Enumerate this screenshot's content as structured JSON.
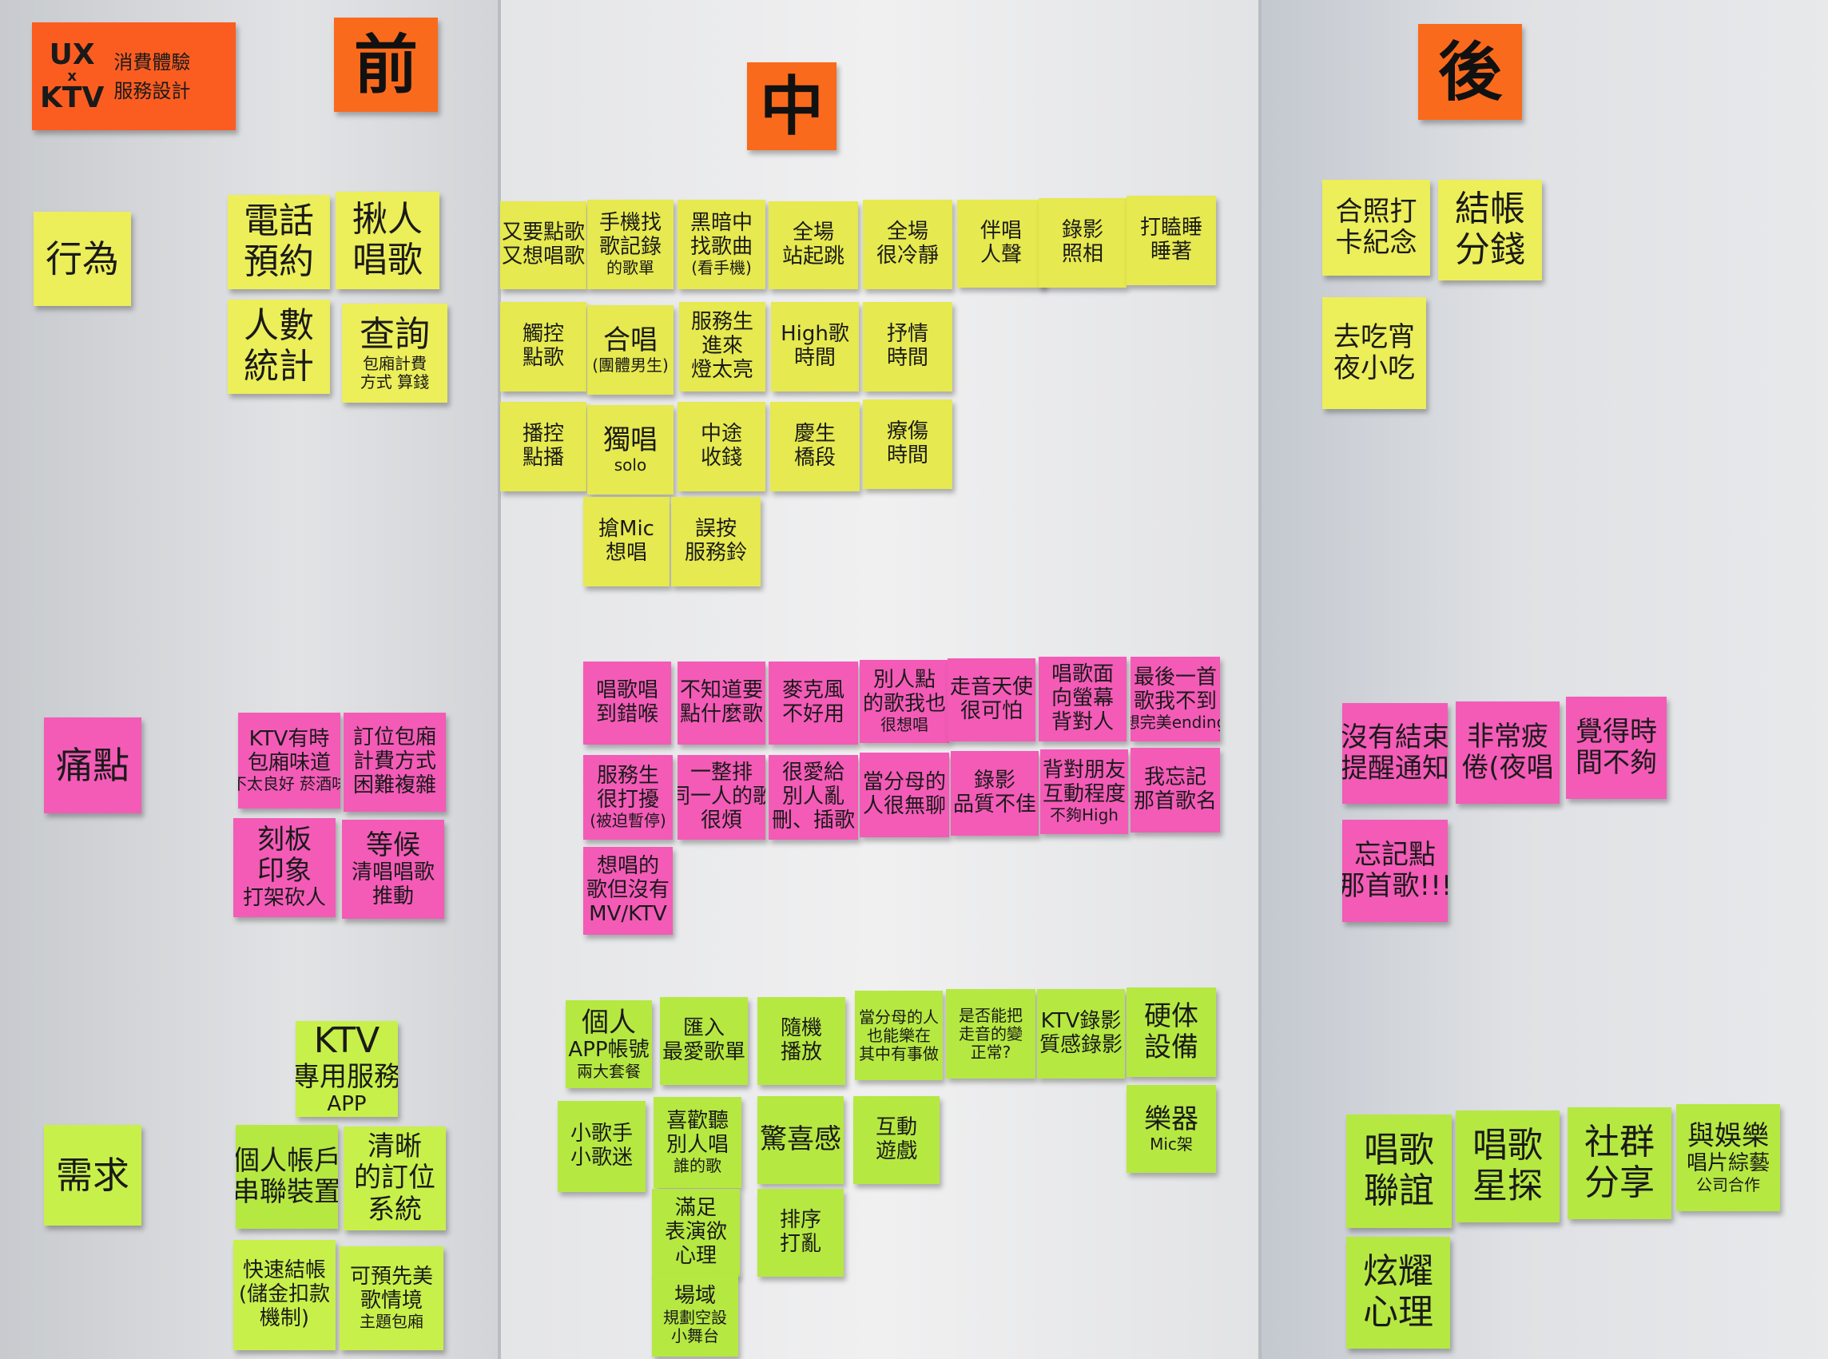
{
  "columns": {
    "before": "前",
    "during": "中",
    "after": "後"
  },
  "title_card": {
    "line1": "UX",
    "line2": "x",
    "line3": "KTV",
    "sub1": "消費體驗",
    "sub2": "服務設計"
  },
  "rows": {
    "behavior": "行為",
    "pain": "痛點",
    "needs": "需求"
  },
  "before": {
    "behavior": [
      {
        "l1": "電話",
        "l2": "預約"
      },
      {
        "l1": "揪人",
        "l2": "唱歌"
      },
      {
        "l1": "人數",
        "l2": "統計"
      },
      {
        "l1": "查詢",
        "l2": "包廂計費",
        "l3": "方式 算錢"
      }
    ],
    "pain": [
      {
        "l1": "KTV有時",
        "l2": "包廂味道",
        "l3": "不太良好 菸酒味"
      },
      {
        "l1": "訂位包廂",
        "l2": "計費方式",
        "l3": "困難複雜"
      },
      {
        "l1": "刻板",
        "l2": "印象",
        "l3": "打架砍人"
      },
      {
        "l1": "等候",
        "l2": "清唱唱歌",
        "l3": "推動"
      }
    ],
    "needs": [
      {
        "l1": "KTV",
        "l2": "專用服務",
        "l3": "APP"
      },
      {
        "l1": "個人帳戶",
        "l2": "串聯裝置"
      },
      {
        "l1": "清晰",
        "l2": "的訂位",
        "l3": "系統"
      },
      {
        "l1": "快速結帳",
        "l2": "(儲金扣款",
        "l3": "機制)"
      },
      {
        "l1": "可預先美",
        "l2": "歌情境",
        "l3": "主題包廂"
      }
    ]
  },
  "during": {
    "behavior": [
      {
        "l1": "又要點歌",
        "l2": "又想唱歌"
      },
      {
        "l1": "手機找",
        "l2": "歌記錄",
        "l3": "的歌單"
      },
      {
        "l1": "黑暗中",
        "l2": "找歌曲",
        "l3": "(看手機)"
      },
      {
        "l1": "全場",
        "l2": "站起跳"
      },
      {
        "l1": "全場",
        "l2": "很冷靜"
      },
      {
        "l1": "伴唱",
        "l2": "人聲"
      },
      {
        "l1": "錄影",
        "l2": "照相"
      },
      {
        "l1": "打瞌睡",
        "l2": "睡著"
      },
      {
        "l1": "觸控",
        "l2": "點歌"
      },
      {
        "l1": "合唱",
        "l2": "(團體男生)"
      },
      {
        "l1": "服務生",
        "l2": "進來",
        "l3": "燈太亮"
      },
      {
        "l1": "High歌",
        "l2": "時間"
      },
      {
        "l1": "抒情",
        "l2": "時間"
      },
      {
        "l1": "播控",
        "l2": "點播"
      },
      {
        "l1": "獨唱",
        "l2": "solo"
      },
      {
        "l1": "中途",
        "l2": "收錢"
      },
      {
        "l1": "慶生",
        "l2": "橋段"
      },
      {
        "l1": "療傷",
        "l2": "時間"
      },
      {
        "l1": "搶Mic",
        "l2": "想唱"
      },
      {
        "l1": "誤按",
        "l2": "服務鈴"
      }
    ],
    "pain": [
      {
        "l1": "唱歌唱",
        "l2": "到錯喉"
      },
      {
        "l1": "不知道要",
        "l2": "點什麼歌"
      },
      {
        "l1": "麥克風",
        "l2": "不好用"
      },
      {
        "l1": "別人點",
        "l2": "的歌我也",
        "l3": "很想唱"
      },
      {
        "l1": "走音天使",
        "l2": "很可怕"
      },
      {
        "l1": "唱歌面",
        "l2": "向螢幕",
        "l3": "背對人"
      },
      {
        "l1": "最後一首",
        "l2": "歌我不到",
        "l3": "想完美ending"
      },
      {
        "l1": "服務生",
        "l2": "很打擾",
        "l3": "(被迫暫停)"
      },
      {
        "l1": "一整排",
        "l2": "同一人的歌",
        "l3": "很煩"
      },
      {
        "l1": "很愛給",
        "l2": "別人亂",
        "l3": "刪、插歌"
      },
      {
        "l1": "當分母的",
        "l2": "人很無聊"
      },
      {
        "l1": "錄影",
        "l2": "品質不佳"
      },
      {
        "l1": "背對朋友",
        "l2": "互動程度",
        "l3": "不夠High"
      },
      {
        "l1": "我忘記",
        "l2": "那首歌名"
      },
      {
        "l1": "想唱的",
        "l2": "歌但沒有",
        "l3": "MV/KTV"
      }
    ],
    "needs": [
      {
        "l1": "個人",
        "l2": "APP帳號",
        "l3": "兩大套餐"
      },
      {
        "l1": "匯入",
        "l2": "最愛歌單"
      },
      {
        "l1": "隨機",
        "l2": "播放"
      },
      {
        "l1": "當分母的人",
        "l2": "也能樂在",
        "l3": "其中有事做"
      },
      {
        "l1": "是否能把",
        "l2": "走音的變",
        "l3": "正常?"
      },
      {
        "l1": "KTV錄影",
        "l2": "質感錄影"
      },
      {
        "l1": "硬体",
        "l2": "設備"
      },
      {
        "l1": "小歌手",
        "l2": "小歌迷"
      },
      {
        "l1": "喜歡聽",
        "l2": "別人唱",
        "l3": "誰的歌"
      },
      {
        "l1": "驚喜感"
      },
      {
        "l1": "互動",
        "l2": "遊戲"
      },
      {
        "l1": "樂器",
        "l2": "Mic架"
      },
      {
        "l1": "滿足",
        "l2": "表演欲",
        "l3": "心理"
      },
      {
        "l1": "排序",
        "l2": "打亂"
      },
      {
        "l1": "場域",
        "l2": "規劃空設",
        "l3": "小舞台"
      }
    ]
  },
  "after": {
    "behavior": [
      {
        "l1": "合照打",
        "l2": "卡紀念"
      },
      {
        "l1": "結帳",
        "l2": "分錢"
      },
      {
        "l1": "去吃宵",
        "l2": "夜小吃"
      }
    ],
    "pain": [
      {
        "l1": "沒有結束",
        "l2": "提醒通知"
      },
      {
        "l1": "非常疲",
        "l2": "倦(夜唱"
      },
      {
        "l1": "覺得時",
        "l2": "間不夠"
      },
      {
        "l1": "忘記點",
        "l2": "那首歌!!!"
      }
    ],
    "needs": [
      {
        "l1": "唱歌",
        "l2": "聯誼"
      },
      {
        "l1": "唱歌",
        "l2": "星探"
      },
      {
        "l1": "社群",
        "l2": "分享"
      },
      {
        "l1": "與娛樂",
        "l2": "唱片綜藝",
        "l3": "公司合作"
      },
      {
        "l1": "炫耀",
        "l2": "心理"
      }
    ]
  },
  "colors": {
    "behavior_note": "#ecee5a",
    "pain_note": "#f35bb7",
    "needs_note": "#b6e842",
    "header_note": "#f96a1c"
  }
}
